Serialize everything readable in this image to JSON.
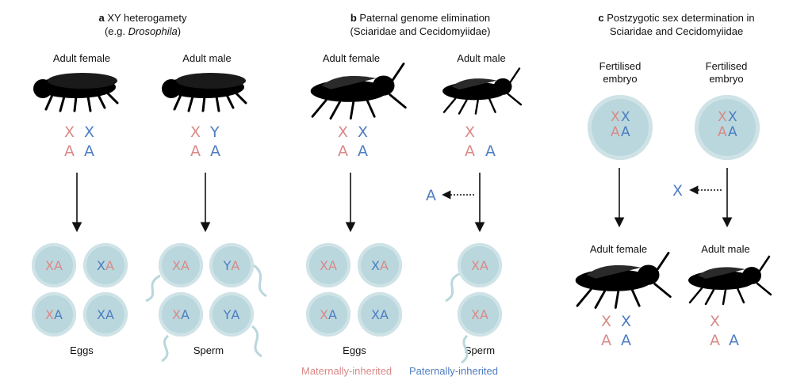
{
  "panel_a": {
    "letter": "a",
    "title": "XY heterogamety",
    "subtitle_prefix": "(e.g. ",
    "subtitle_italic": "Drosophila",
    "subtitle_suffix": ")",
    "female_label": "Adult female",
    "male_label": "Adult male",
    "female_chromosomes": {
      "row1": [
        "X",
        "X"
      ],
      "row2": [
        "A",
        "A"
      ]
    },
    "male_chromosomes": {
      "row1": [
        "X",
        "Y"
      ],
      "row2": [
        "A",
        "A"
      ]
    },
    "eggs": [
      [
        {
          "t": "X",
          "o": "m"
        },
        {
          "t": "A",
          "o": "m"
        }
      ],
      [
        {
          "t": "X",
          "o": "p"
        },
        {
          "t": "A",
          "o": "m"
        }
      ],
      [
        {
          "t": "X",
          "o": "m"
        },
        {
          "t": "A",
          "o": "p"
        }
      ],
      [
        {
          "t": "X",
          "o": "p"
        },
        {
          "t": "A",
          "o": "p"
        }
      ]
    ],
    "sperm": [
      [
        {
          "t": "X",
          "o": "m"
        },
        {
          "t": "A",
          "o": "m"
        }
      ],
      [
        {
          "t": "Y",
          "o": "p"
        },
        {
          "t": "A",
          "o": "m"
        }
      ],
      [
        {
          "t": "X",
          "o": "m"
        },
        {
          "t": "A",
          "o": "p"
        }
      ],
      [
        {
          "t": "Y",
          "o": "p"
        },
        {
          "t": "A",
          "o": "p"
        }
      ]
    ],
    "eggs_label": "Eggs",
    "sperm_label": "Sperm"
  },
  "panel_b": {
    "letter": "b",
    "title": "Paternal genome elimination",
    "subtitle": "(Sciaridae and Cecidomyiidae)",
    "female_label": "Adult female",
    "male_label": "Adult male",
    "eliminated": "A",
    "eggs": [
      [
        {
          "t": "X",
          "o": "m"
        },
        {
          "t": "A",
          "o": "m"
        }
      ],
      [
        {
          "t": "X",
          "o": "p"
        },
        {
          "t": "A",
          "o": "m"
        }
      ],
      [
        {
          "t": "X",
          "o": "m"
        },
        {
          "t": "A",
          "o": "p"
        }
      ],
      [
        {
          "t": "X",
          "o": "p"
        },
        {
          "t": "A",
          "o": "p"
        }
      ]
    ],
    "sperm": [
      [
        {
          "t": "X",
          "o": "m"
        },
        {
          "t": "A",
          "o": "m"
        }
      ],
      [
        {
          "t": "X",
          "o": "m"
        },
        {
          "t": "A",
          "o": "m"
        }
      ]
    ],
    "eggs_label": "Eggs",
    "sperm_label": "Sperm"
  },
  "panel_c": {
    "letter": "c",
    "title_line1": "Postzygotic sex determination in",
    "title_line2": "Sciaridae and Cecidomyiidae",
    "embryo_label_line1": "Fertilised",
    "embryo_label_line2": "embryo",
    "eliminated": "X",
    "female_label": "Adult female",
    "male_label": "Adult male"
  },
  "legend": {
    "maternal": "Maternally-inherited",
    "paternal": "Paternally-inherited"
  },
  "colors": {
    "maternal": "#d98a88",
    "paternal": "#4f7ec1",
    "cell_fill": "#b9d7dd"
  }
}
